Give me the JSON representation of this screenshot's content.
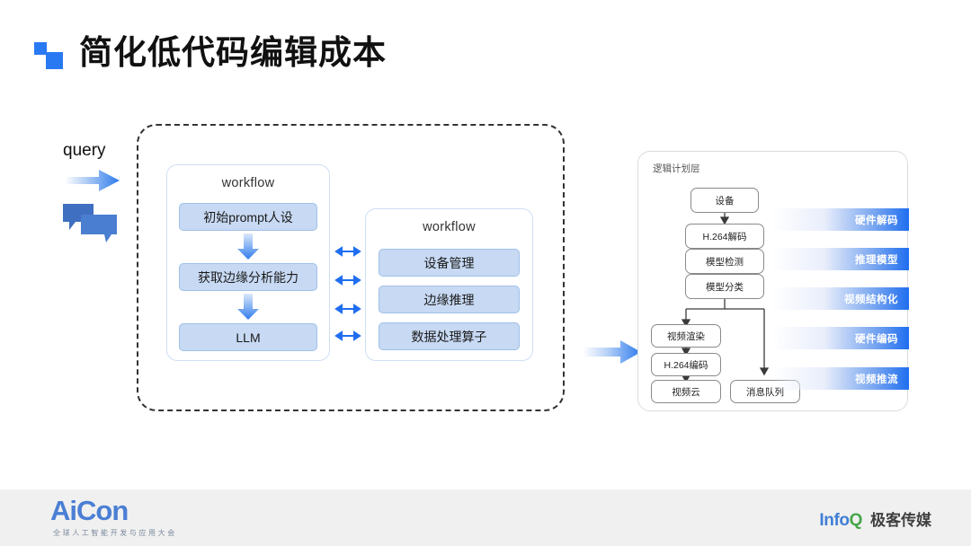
{
  "header": {
    "title": "简化低代码编辑成本",
    "logo_icon": "two-squares-icon",
    "accent_color": "#2979f2"
  },
  "left_section": {
    "query_label": "query",
    "query_arrow_icon": "gradient-right-arrow-icon",
    "chat_icon": "chat-bubbles-icon",
    "container_style": "dashed-rounded",
    "workflow_left": {
      "title": "workflow",
      "steps": [
        {
          "label": "初始prompt人设"
        },
        {
          "label": "获取边缘分析能力"
        },
        {
          "label": "LLM"
        }
      ],
      "step_arrow_icon": "gradient-down-arrow-icon",
      "box_color": "#c7d9f3",
      "box_border": "#9fc0e8"
    },
    "workflow_right": {
      "title": "workflow",
      "steps": [
        {
          "label": "设备管理"
        },
        {
          "label": "边缘推理"
        },
        {
          "label": "数据处理算子"
        }
      ],
      "box_color": "#c7d9f3",
      "box_border": "#9fc0e8"
    },
    "connectors": {
      "icon": "double-headed-arrow-icon",
      "count": 4,
      "color": "#1f6ef0"
    }
  },
  "transition": {
    "arrow_icon": "gradient-right-arrow-icon"
  },
  "right_section": {
    "panel_title": "逻辑计划层",
    "flow_nodes": [
      {
        "id": "device",
        "label": "设备"
      },
      {
        "id": "h264dec",
        "label": "H.264解码"
      },
      {
        "id": "detect",
        "label": "模型检测"
      },
      {
        "id": "classify",
        "label": "模型分类"
      },
      {
        "id": "render",
        "label": "视频渲染"
      },
      {
        "id": "h264enc",
        "label": "H.264编码"
      },
      {
        "id": "videocloud",
        "label": "视频云"
      },
      {
        "id": "mq",
        "label": "消息队列"
      }
    ],
    "stage_labels": [
      {
        "label": "硬件解码"
      },
      {
        "label": "推理模型"
      },
      {
        "label": "视频结构化"
      },
      {
        "label": "硬件编码"
      },
      {
        "label": "视频推流"
      }
    ],
    "gradient_end_color": "#1f6ef0"
  },
  "footer": {
    "brand": "AiCon",
    "brand_sub": "全球人工智能开发与应用大会",
    "media_info": "Info",
    "media_q": "Q",
    "media_cn": "极客传媒"
  }
}
